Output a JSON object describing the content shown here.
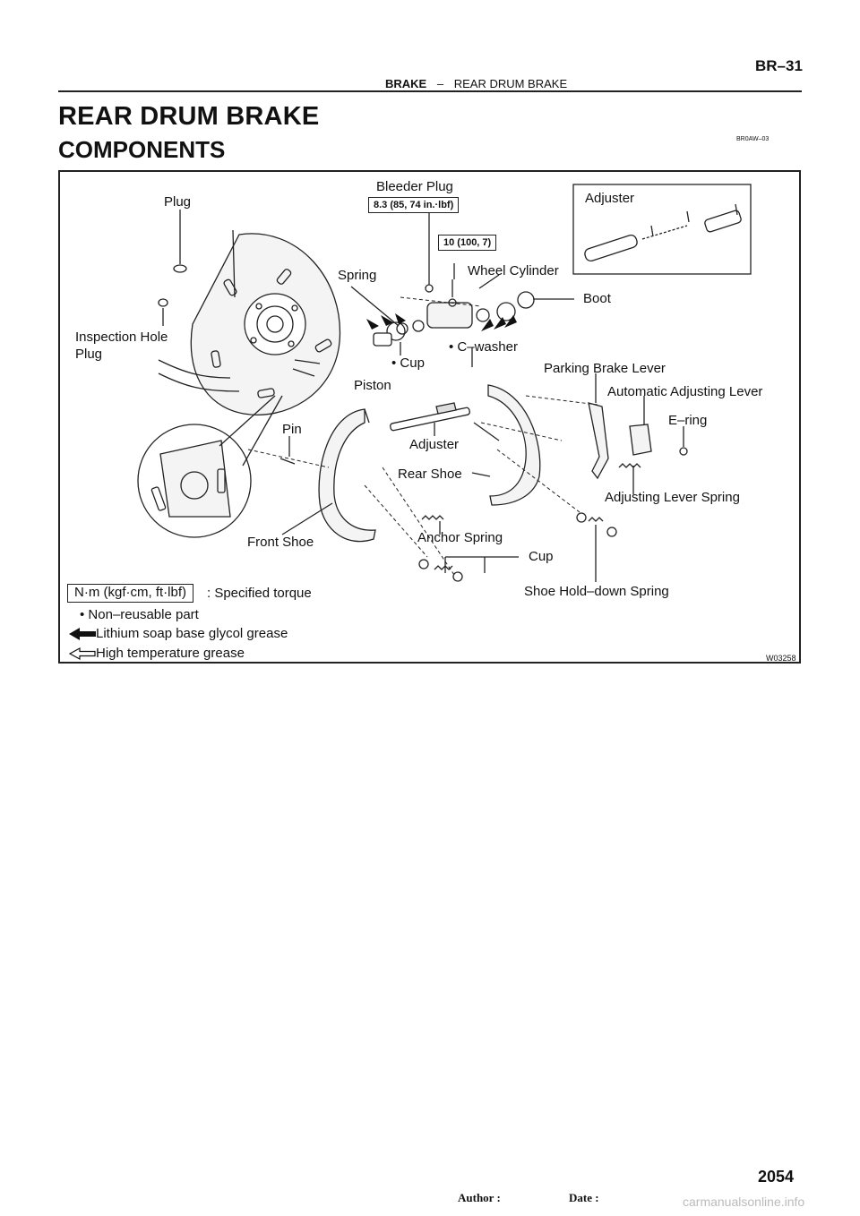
{
  "header": {
    "section": "BRAKE",
    "separator": "–",
    "subsection": "REAR DRUM BRAKE",
    "page_code": "BR–31"
  },
  "title": "REAR DRUM BRAKE",
  "subtitle": "COMPONENTS",
  "doc_code": "BR0AW–03",
  "figure": {
    "id": "W03258",
    "labels": {
      "plug": "Plug",
      "bleeder_plug": "Bleeder Plug",
      "adjuster_top": "Adjuster",
      "inspection_hole_plug_1": "Inspection  Hole",
      "inspection_hole_plug_2": "Plug",
      "spring": "Spring",
      "wheel_cylinder": "Wheel Cylinder",
      "boot": "Boot",
      "cup": "Cup",
      "c_washer": "C–washer",
      "piston": "Piston",
      "parking_brake_lever": "Parking Brake Lever",
      "automatic_adjusting_lever": "Automatic Adjusting Lever",
      "e_ring": "E–ring",
      "pin": "Pin",
      "adjuster_mid": "Adjuster",
      "rear_shoe": "Rear Shoe",
      "adjusting_lever_spring": "Adjusting Lever Spring",
      "front_shoe": "Front Shoe",
      "anchor_spring": "Anchor Spring",
      "cup_bottom": "Cup",
      "shoe_hold_down_spring": "Shoe Hold–down Spring"
    },
    "torques": {
      "bleeder": "8.3 (85, 74 in.·lbf)",
      "cylinder": "10 (100, 7)"
    },
    "legend": {
      "torque_unit": "N·m (kgf·cm, ft·lbf)",
      "torque_desc": ": Specified torque",
      "non_reusable": "Non–reusable part",
      "lithium": "Lithium soap base glycol grease",
      "high_temp": "High temperature grease"
    }
  },
  "footer": {
    "author": "Author :",
    "date": "Date :",
    "page_number": "2054",
    "watermark": "carmanualsonline.info"
  }
}
